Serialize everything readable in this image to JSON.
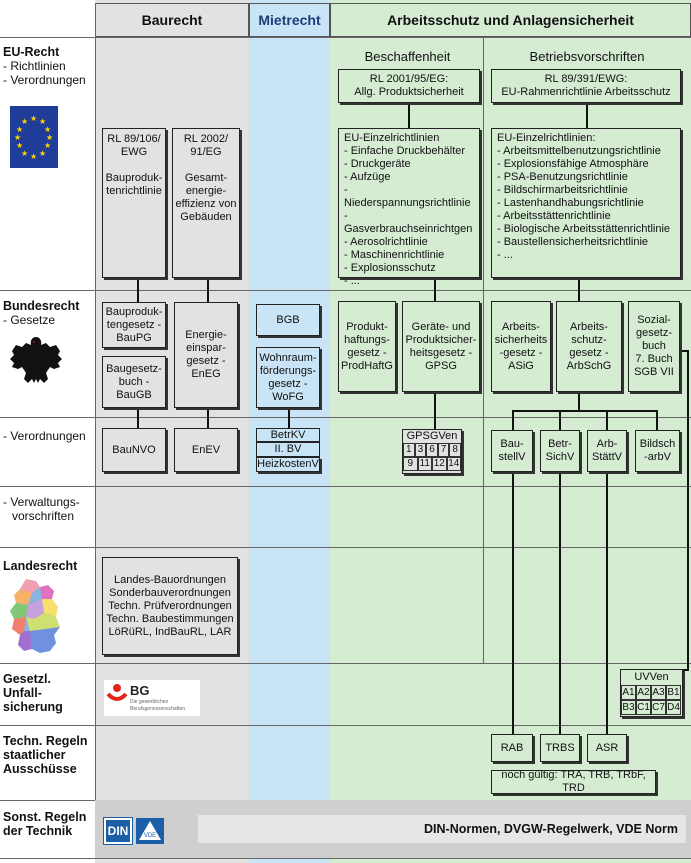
{
  "columns": {
    "baurecht": "Baurecht",
    "mietrecht": "Mietrecht",
    "arbeitsschutz": "Arbeitsschutz und Anlagensicherheit"
  },
  "subheaders": {
    "beschaffenheit": "Beschaffenheit",
    "betriebsvorschriften": "Betriebsvorschriften"
  },
  "rows": {
    "eu_recht": {
      "title": "EU-Recht",
      "lines": [
        "- Richtlinien",
        "- Verordnungen"
      ]
    },
    "bundesrecht": {
      "title": "Bundesrecht",
      "lines": [
        "- Gesetze"
      ]
    },
    "verordnungen": {
      "lines": [
        "- Verordnungen"
      ]
    },
    "verwaltungsvorschriften": {
      "lines": [
        "- Verwaltungs-",
        "vorschriften"
      ]
    },
    "landesrecht": {
      "title": "Landesrecht"
    },
    "unfallsicherung": {
      "title_lines": [
        "Gesetzl.",
        "Unfall-",
        "sicherung"
      ]
    },
    "techn_regeln": {
      "title_lines": [
        "Techn. Regeln",
        "staatlicher",
        "Ausschüsse"
      ]
    },
    "sonst_regeln": {
      "title_lines": [
        "Sonst. Regeln",
        "der Technik"
      ]
    }
  },
  "boxes": {
    "rl89106": [
      "RL 89/106/",
      "EWG",
      "",
      "Bauproduk-",
      "tenrichtlinie"
    ],
    "rl2002": [
      "RL 2002/",
      "91/EG",
      "",
      "Gesamt-",
      "energie-",
      "effizienz von",
      "Gebäuden"
    ],
    "rl2001": [
      "RL 2001/95/EG:",
      "Allg. Produktsicherheit"
    ],
    "rl89391": [
      "RL 89/391/EWG:",
      "EU-Rahmenrichtlinie Arbeitsschutz"
    ],
    "eu_einzel_1": [
      "EU-Einzelrichtlinien",
      "- Einfache Druckbehälter",
      "- Druckgeräte",
      "- Aufzüge",
      "- Niederspannungsrichtlinie",
      "- Gasverbrauchseinrichtgen",
      "- Aerosolrichtlinie",
      "- Maschinenrichtlinie",
      "- Explosionsschutz",
      "- ..."
    ],
    "eu_einzel_2": [
      "EU-Einzelrichtlinien:",
      "- Arbeitsmittelbenutzungsrichtlinie",
      "- Explosionsfähige Atmosphäre",
      "- PSA-Benutzungsrichtlinie",
      "- Bildschirmarbeitsrichtlinie",
      "- Lastenhandhabungsrichtlinie",
      "- Arbeitsstättenrichtlinie",
      "- Biologische Arbeitsstättenrichtlinie",
      "- Baustellensicherheitsrichtlinie",
      "- ..."
    ],
    "baupg": [
      "Bauproduk-",
      "tengesetz -",
      "BauPG"
    ],
    "baugb": [
      "Baugesetz-",
      "buch -",
      "BauGB"
    ],
    "eneg": [
      "Energie-",
      "einspar-",
      "gesetz -",
      "EnEG"
    ],
    "bgb": [
      "BGB"
    ],
    "wofg": [
      "Wohnraum-",
      "förderungs-",
      "gesetz -",
      "WoFG"
    ],
    "prodhaftg": [
      "Produkt-",
      "haftungs-",
      "gesetz -",
      "ProdHaftG"
    ],
    "gpsg": [
      "Geräte- und",
      "Produktsicher-",
      "heitsgesetz -",
      "GPSG"
    ],
    "asig": [
      "Arbeits-",
      "sicherheits",
      "-gesetz -",
      "ASiG"
    ],
    "arbschg": [
      "Arbeits-",
      "schutz-",
      "gesetz -",
      "ArbSchG"
    ],
    "sgb": [
      "Sozial-",
      "gesetz-",
      "buch",
      "7. Buch",
      "SGB VII"
    ],
    "baunvo": [
      "BauNVO"
    ],
    "enev": [
      "EnEV"
    ],
    "betrkv": [
      "BetrKV"
    ],
    "bv2": [
      "II. BV"
    ],
    "heizkostenv": [
      "HeizkostenV"
    ],
    "baustellv": [
      "Bau-",
      "stellV"
    ],
    "betrsichv": [
      "Betr-",
      "SichV"
    ],
    "arbstattv": [
      "Arb-",
      "StättV"
    ],
    "bildscharbv": [
      "Bildsch",
      "-arbV"
    ],
    "landes": [
      "Landes-Bauordnungen",
      "Sonderbauverordnungen",
      "Techn. Prüfverordnungen",
      "Techn. Baubestimmungen",
      "LöRüRL, IndBauRL, LAR"
    ],
    "rab": [
      "RAB"
    ],
    "trbs": [
      "TRBS"
    ],
    "asr": [
      "ASR"
    ],
    "noch_gueltig": [
      "noch gültig: TRA, TRB, TRbF, TRD"
    ]
  },
  "gpsgven": {
    "title": "GPSGVen",
    "cells": [
      "1",
      "3",
      "6",
      "7",
      "8",
      "9",
      "11",
      "12",
      "14"
    ]
  },
  "uvven": {
    "title": "UVVen",
    "cells": [
      "A1",
      "A2",
      "A3",
      "B1",
      "B3",
      "C1",
      "C7",
      "D4"
    ]
  },
  "logos": {
    "bg": "BG",
    "bg_sub": [
      "Die gewerblichen",
      "Berufsgenossenschaften"
    ],
    "din": "DIN",
    "vde": "VDE"
  },
  "din_normen": "DIN-Normen, DVGW-Regelwerk, VDE Norm",
  "colors": {
    "grey": "#e2e2e2",
    "blue": "#c8e4f6",
    "green": "#d5ecd3"
  }
}
